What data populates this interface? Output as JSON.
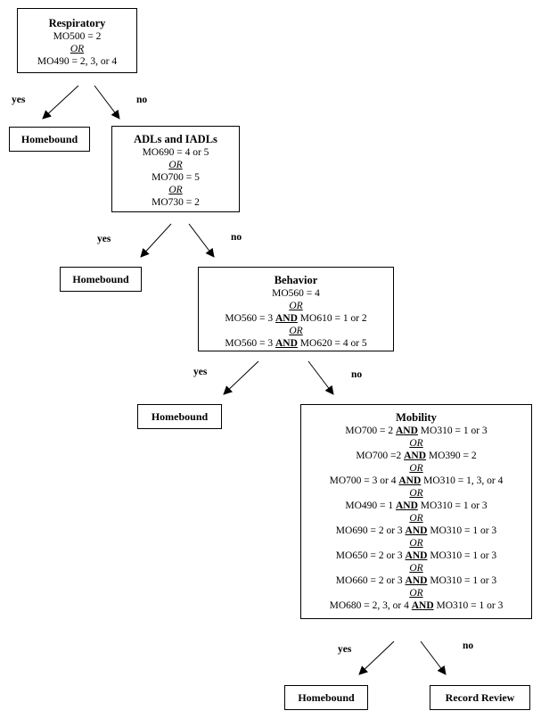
{
  "respiratory": {
    "title": "Respiratory",
    "lines": [
      "MO500 = 2",
      "OR",
      "MO490 = 2, 3, or 4"
    ]
  },
  "adl": {
    "title": "ADLs and IADLs",
    "lines": [
      "MO690 = 4 or 5",
      "OR",
      "MO700 = 5",
      "OR",
      "MO730 = 2"
    ]
  },
  "behavior": {
    "title": "Behavior",
    "lines": [
      {
        "a": "MO560 = 4"
      },
      {
        "or": "OR"
      },
      {
        "a": "MO560 = 3 ",
        "and": "AND",
        "b": " MO610 = 1 or 2"
      },
      {
        "or": "OR"
      },
      {
        "a": "MO560 = 3 ",
        "and": "AND",
        "b": " MO620 = 4 or 5"
      }
    ]
  },
  "mobility": {
    "title": "Mobility",
    "lines": [
      {
        "a": "MO700 = 2 ",
        "and": "AND",
        "b": " MO310 = 1 or 3"
      },
      {
        "or": "OR"
      },
      {
        "a": "MO700 =2 ",
        "and": "AND",
        "b": " MO390 = 2"
      },
      {
        "or": "OR"
      },
      {
        "a": "MO700 = 3 or 4 ",
        "and": "AND",
        "b": " MO310 = 1, 3, or 4"
      },
      {
        "or": "OR"
      },
      {
        "a": "MO490 = 1 ",
        "and": "AND",
        "b": " MO310 = 1 or 3"
      },
      {
        "or": "OR"
      },
      {
        "a": "MO690 = 2 or 3 ",
        "and": "AND",
        "b": " MO310 = 1 or 3"
      },
      {
        "or": "OR"
      },
      {
        "a": "MO650 = 2 or 3 ",
        "and": "AND",
        "b": " MO310 = 1 or 3"
      },
      {
        "or": "OR"
      },
      {
        "a": "MO660 = 2 or 3 ",
        "and": "AND",
        "b": " MO310 = 1 or 3"
      },
      {
        "or": "OR"
      },
      {
        "a": "MO680 = 2, 3, or 4 ",
        "and": "AND",
        "b": " MO310 = 1 or 3"
      }
    ]
  },
  "outcomes": {
    "homebound": "Homebound",
    "record_review": "Record Review"
  },
  "labels": {
    "yes": "yes",
    "no": "no"
  }
}
